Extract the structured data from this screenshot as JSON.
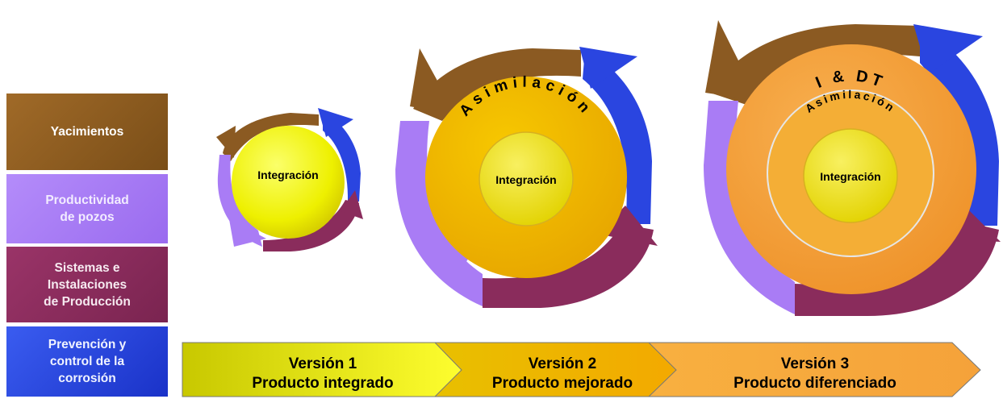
{
  "legend": [
    {
      "lines": [
        "Yacimientos"
      ]
    },
    {
      "lines": [
        "Productividad",
        "de pozos"
      ]
    },
    {
      "lines": [
        "Sistemas e",
        "Instalaciones",
        "de Producción"
      ]
    },
    {
      "lines": [
        "Prevención y",
        "control de la",
        "corrosión"
      ]
    }
  ],
  "stages": [
    {
      "core_label": "Integración",
      "ring1_label": "",
      "ring2_label": ""
    },
    {
      "core_label": "Integración",
      "ring1_label": "Asimilación",
      "ring2_label": ""
    },
    {
      "core_label": "Integración",
      "ring1_label": "Asimilación",
      "ring2_label": "I & DT"
    }
  ],
  "timeline": [
    {
      "title": "Versión 1",
      "subtitle": "Producto integrado"
    },
    {
      "title": "Versión 2",
      "subtitle": "Producto mejorado"
    },
    {
      "title": "Versión 3",
      "subtitle": "Producto diferenciado"
    }
  ],
  "colors": {
    "yacimientos": "#8b5a22",
    "productividad": "#a97cf5",
    "sistemas": "#8a2c5c",
    "corrosion": "#2a45e0",
    "integracion": "#f2f000",
    "asimilacion": "#f0b800",
    "idt": "#f5a53c"
  }
}
